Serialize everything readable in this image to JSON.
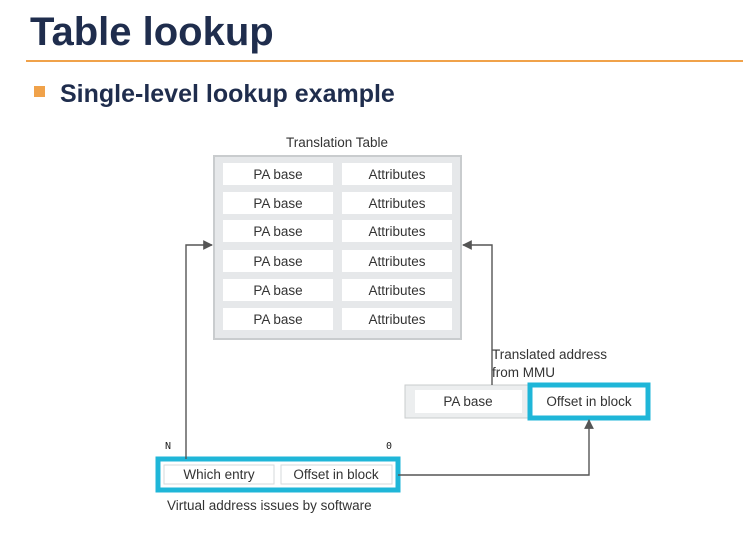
{
  "slide": {
    "title": "Table lookup",
    "bullet": "Single-level lookup example"
  },
  "diagram": {
    "table_title": "Translation Table",
    "table_rows": [
      {
        "pa": "PA base",
        "attr": "Attributes"
      },
      {
        "pa": "PA base",
        "attr": "Attributes"
      },
      {
        "pa": "PA base",
        "attr": "Attributes"
      },
      {
        "pa": "PA base",
        "attr": "Attributes"
      },
      {
        "pa": "PA base",
        "attr": "Attributes"
      },
      {
        "pa": "PA base",
        "attr": "Attributes"
      }
    ],
    "translated_label_line1": "Translated address",
    "translated_label_line2": "from MMU",
    "translated_pa": "PA base",
    "translated_offset": "Offset in block",
    "virtual_which": "Which entry",
    "virtual_offset": "Offset in block",
    "virtual_caption": "Virtual address issues by software",
    "bit_high": "N",
    "bit_low": "0",
    "colors": {
      "title": "#1f2d4d",
      "accent_orange": "#f0a24a",
      "cyan": "#1fb6d8",
      "table_bg": "#e6e8ea",
      "table_border": "#c9ccce"
    }
  }
}
